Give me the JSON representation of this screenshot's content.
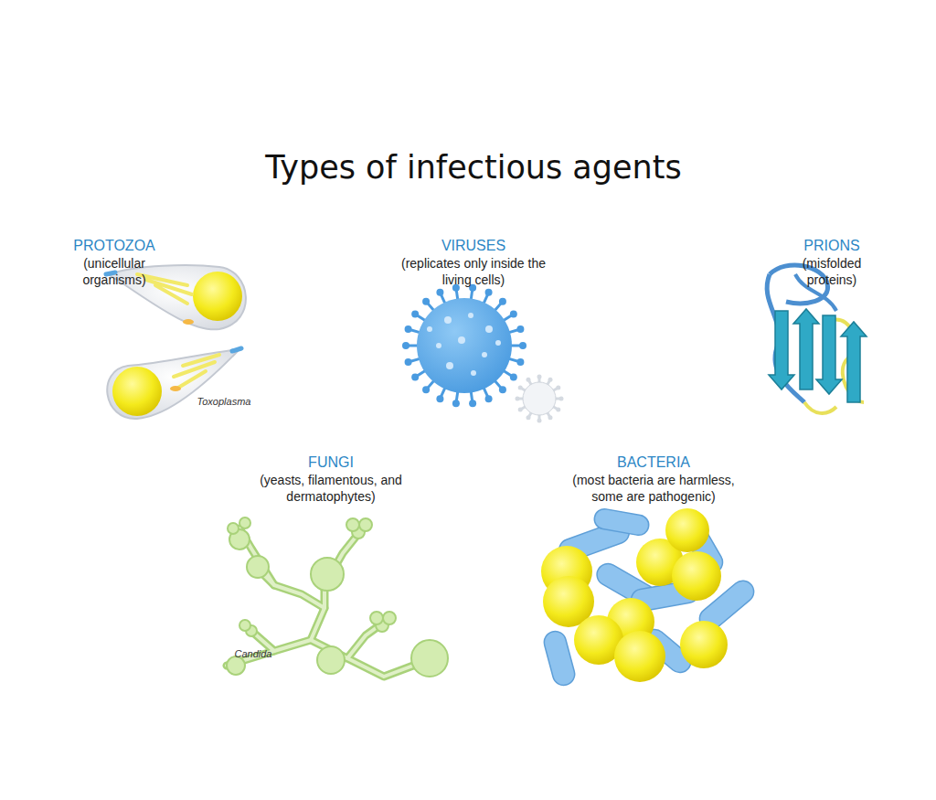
{
  "diagram": {
    "title": "Types of infectious agents",
    "labels": [
      "PROTOZOA",
      "(unicellular organisms)",
      "Toxoplasma",
      "VIRUSES",
      "(replicates only inside the living cells)",
      "PRIONS",
      "(misfolded proteins)",
      "FUNGI",
      "(yeasts, filamentous, and dermatophytes)",
      "Candida",
      "BACTERIA",
      "(most bacteria are harmless, some are pathogenic)"
    ]
  }
}
